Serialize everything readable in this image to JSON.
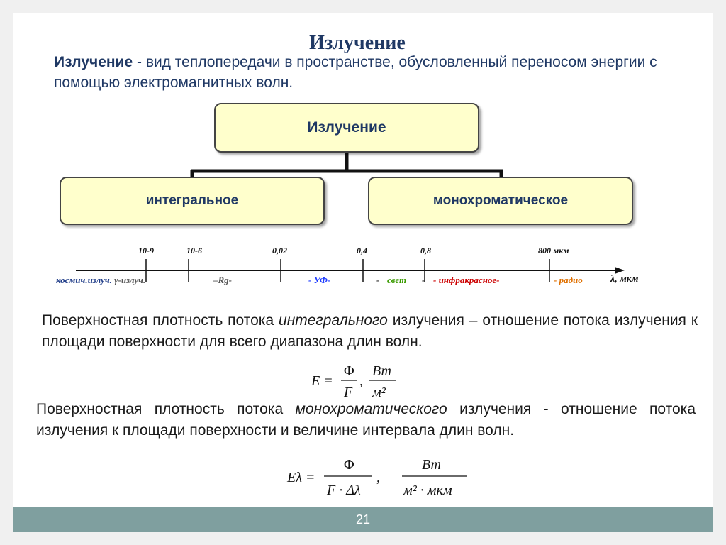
{
  "slide": {
    "title": "Излучение",
    "definition": {
      "term": "Излучение",
      "text": " - вид теплопередачи в пространстве, обусловленный переносом энергии  с помощью электромагнитных волн."
    },
    "tree": {
      "root": "Излучение",
      "left": "интегральное",
      "right": "монохроматическое"
    },
    "scale": {
      "ticks": [
        "10-9",
        "10-6",
        "0,02",
        "0,4",
        "0,8",
        "800  мкм"
      ],
      "axis_label": "λ, мкм",
      "bands": [
        {
          "text": "космич.излуч.",
          "color": "#1f3c88"
        },
        {
          "text": "γ-излуч.",
          "color": "#555555"
        },
        {
          "text": "–Rg-",
          "color": "#555555"
        },
        {
          "text": "- УФ-",
          "color": "#1e3cff"
        },
        {
          "text": "-",
          "color": "#333333"
        },
        {
          "text": "свет",
          "color": "#3a9a00"
        },
        {
          "text": "-",
          "color": "#333333"
        },
        {
          "text": "- инфракрасное-",
          "color": "#cc0000"
        },
        {
          "text": "- радио",
          "color": "#e07000"
        }
      ]
    },
    "paragraph1": {
      "before": "Поверхностная плотность потока ",
      "italic": "интегрального",
      "after": " излучения – отношение потока излучения к площади поверхности для всего диапазона длин волн."
    },
    "formula1": {
      "lhs": "E =",
      "num": "Φ",
      "den": "F",
      "unit_num": "Вт",
      "unit_den": "м²"
    },
    "paragraph2": {
      "before": "Поверхностная плотность потока ",
      "italic": "монохроматического",
      "after": " излучения - отношение потока излучения к площади поверхности и величине интервала длин волн."
    },
    "formula2": {
      "lhs": "Eλ =",
      "num": "Φ",
      "den": "F · Δλ",
      "unit_num": "Вт",
      "unit_den": "м² · мкм"
    },
    "page_number": "21"
  }
}
